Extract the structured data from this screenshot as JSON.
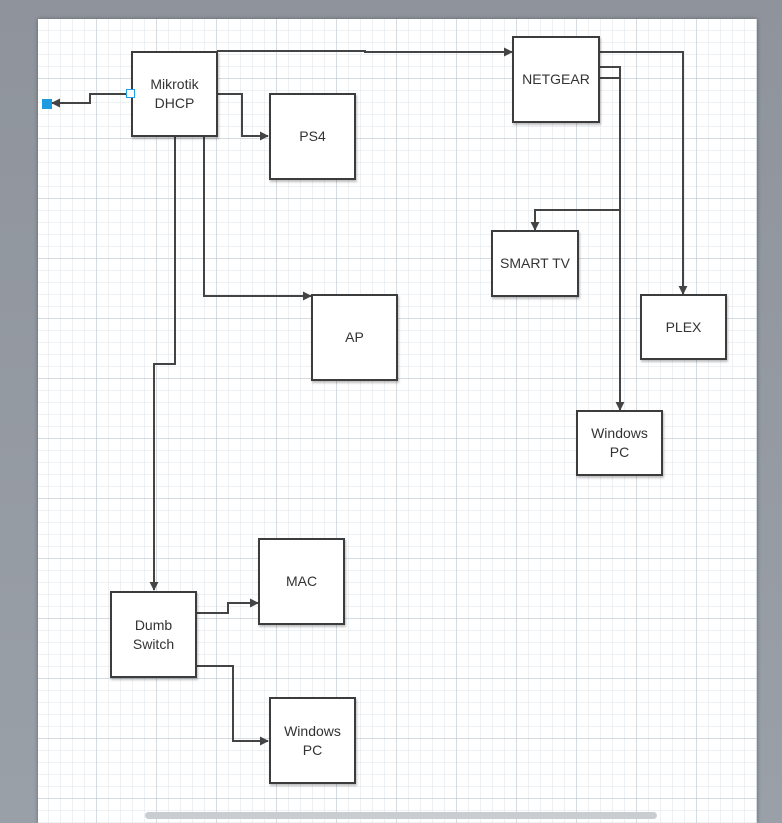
{
  "diagram": {
    "nodes": {
      "mikrotik": "Mikrotik\nDHCP",
      "ps4": "PS4",
      "ap": "AP",
      "netgear": "NETGEAR",
      "smart_tv": "SMART TV",
      "plex": "PLEX",
      "windows_pc_netgear": "Windows\nPC",
      "dumb_switch": "Dumb\nSwitch",
      "mac": "MAC",
      "windows_pc_switch": "Windows\nPC"
    }
  },
  "colors": {
    "line": "#444444",
    "selection": "#1e9be0",
    "grid_bg": "#ffffff",
    "frame_bg": "#8e939b"
  }
}
